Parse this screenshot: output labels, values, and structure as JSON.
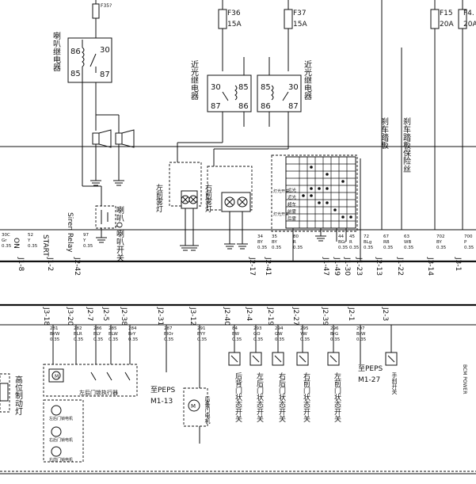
{
  "fuses": [
    {
      "id": "F35",
      "label": "F35?",
      "rating": ""
    },
    {
      "id": "F36",
      "label": "F36",
      "rating": "15A"
    },
    {
      "id": "F37",
      "label": "F37",
      "rating": "15A"
    },
    {
      "id": "F15",
      "label": "F15",
      "rating": "20A"
    },
    {
      "id": "F4",
      "label": "F4.",
      "rating": "20A"
    }
  ],
  "relays": [
    {
      "id": "horn",
      "name": "喇叭继电器",
      "pins": [
        "86",
        "85",
        "30",
        "87"
      ]
    },
    {
      "id": "lo-left",
      "name": "近光继电器",
      "pins": [
        "30",
        "87",
        "85",
        "86"
      ]
    },
    {
      "id": "lo-right",
      "name": "近光继电器",
      "pins": [
        "85",
        "86",
        "30",
        "87"
      ]
    }
  ],
  "labels": {
    "horn_q": "喇叭Q",
    "horn_switch": "喇叭开关",
    "left_rear_fog": "左前雾灯",
    "right_front_fog": "右前雾灯",
    "brake_board": "刹车踏板",
    "brake_protect": "刹车踏板保险丝",
    "high_brake": "高位制动灯",
    "to_peps_1": "至PEPS",
    "to_peps_1b": "M1-13",
    "to_peps_2": "至PEPS",
    "to_peps_2b": "M1-27",
    "trunk_motor": "后备门电机",
    "rear_left_door": "后背门状态开关",
    "left_front_door": "左后门状态开关",
    "right_rear_door": "右后门状态开关",
    "right_front_door": "右前门状态开关",
    "left_front_door2": "左前门状态开关",
    "hand_brake": "手刹开关",
    "lock_module": "左后门锁执行器",
    "act1": "左后门锁电机",
    "act2": "右后门锁电机",
    "act3": "右前门锁电机",
    "bcm": "BCM POWER",
    "on": "ON",
    "start": "START",
    "siren": "Siren Relay"
  },
  "row1_connectors": [
    "J1-8",
    "J1-2",
    "J2-42",
    "J2-17",
    "J2-41",
    "J1-47",
    "J1-49",
    "J1-30",
    "J1-23",
    "J2-13",
    "J1-22",
    "J3-14",
    "J3-1"
  ],
  "row2_connectors": [
    "J3-18",
    "J3-20",
    "J2-7",
    "J2-5",
    "J2-38",
    "J2-31",
    "J3-12",
    "J2-40",
    "J2-4",
    "J2-19",
    "J2-27",
    "J2-39",
    "J2-1",
    "J2-3"
  ],
  "row1_wires": [
    {
      "code": "30C",
      "color": "Gr",
      "gauge": "0.35"
    },
    {
      "code": "52",
      "color": "Y",
      "gauge": "0.35"
    },
    {
      "code": "97",
      "color": "Y",
      "gauge": "0.35"
    },
    {
      "code": "34",
      "color": "BY",
      "gauge": "0.35"
    },
    {
      "code": "35",
      "color": "BY",
      "gauge": "0.35"
    },
    {
      "code": "80",
      "color": "R",
      "gauge": "0.35"
    },
    {
      "code": "44",
      "color": "BGr",
      "gauge": "0.35"
    },
    {
      "code": "45",
      "color": "R",
      "gauge": "0.35"
    },
    {
      "code": "72",
      "color": "BLg",
      "gauge": "0.35"
    },
    {
      "code": "67",
      "color": "RB",
      "gauge": "0.35"
    },
    {
      "code": "63",
      "color": "WB",
      "gauge": "0.35"
    },
    {
      "code": "702",
      "color": "BY",
      "gauge": "0.35"
    },
    {
      "code": "700",
      "color": "P",
      "gauge": "0.35"
    }
  ],
  "row2_wires": [
    {
      "code": "281",
      "color": "BYW",
      "gauge": "0.35"
    },
    {
      "code": "282",
      "color": "BLR",
      "gauge": "0.35"
    },
    {
      "code": "286",
      "color": "BLY",
      "gauge": "0.35"
    },
    {
      "code": "285",
      "color": "BLW",
      "gauge": "0.35"
    },
    {
      "code": "284",
      "color": "BrY",
      "gauge": "0.35"
    },
    {
      "code": "287",
      "color": "BlOr",
      "gauge": "0.35"
    },
    {
      "code": "291",
      "color": "BYY",
      "gauge": "0.35"
    },
    {
      "code": "84",
      "color": "BW",
      "gauge": "0.35"
    },
    {
      "code": "293",
      "color": "GO",
      "gauge": "0.35"
    },
    {
      "code": "294",
      "color": "GW",
      "gauge": "0.35"
    },
    {
      "code": "295",
      "color": "YW",
      "gauge": "0.35"
    },
    {
      "code": "296",
      "color": "BrG",
      "gauge": "0.35"
    },
    {
      "code": "297",
      "color": "BrW",
      "gauge": "0.35"
    }
  ],
  "light_table": {
    "title": "组合开关灯光",
    "rows": [
      "远光",
      "近光",
      "超车",
      "前雾",
      "后雾"
    ],
    "left": [
      "灯光开关",
      "灯光开关"
    ]
  }
}
